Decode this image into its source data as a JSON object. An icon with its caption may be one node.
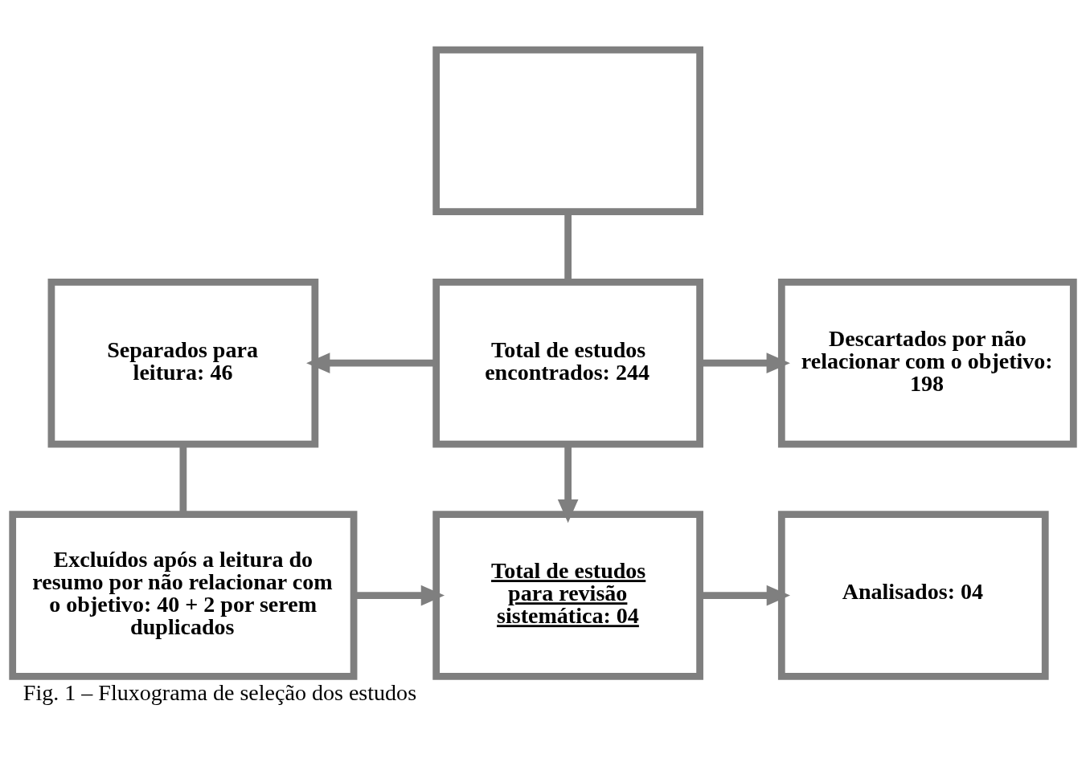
{
  "diagram": {
    "caption": "Fig. 1 – Fluxograma de seleção dos estudos",
    "nodes": [
      {
        "text": [],
        "shape": "box"
      },
      {
        "text": [
          "Separados para leitura: 46"
        ]
      },
      {
        "text": [
          "Total de estudos encontrados: 244"
        ]
      },
      {
        "text": [
          "Descartados por não relacionar com o objetivo: 198"
        ]
      },
      {
        "text": [
          "Excluídos após a leitura do resumo por não relacionar com o objetivo: 40 + 2 por serem duplicados"
        ]
      },
      {
        "text": [
          "Total de estudos para revisão sistemática: 04"
        ]
      },
      {
        "text": [
          "Analisados: 04"
        ]
      }
    ],
    "edges": [
      {
        "from": 0,
        "to": 2,
        "arrow": "none"
      },
      {
        "from": 2,
        "to": 1,
        "arrow": "to"
      },
      {
        "from": 2,
        "to": 3,
        "arrow": "to"
      },
      {
        "from": 1,
        "to": 4,
        "arrow": "none"
      },
      {
        "from": 2,
        "to": 5,
        "arrow": "to"
      },
      {
        "from": 4,
        "to": 5,
        "arrow": "to"
      },
      {
        "from": 5,
        "to": 6,
        "arrow": "to"
      }
    ]
  }
}
